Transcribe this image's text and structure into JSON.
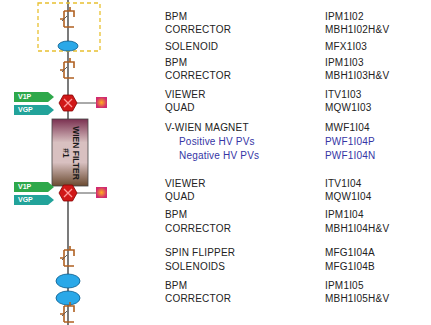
{
  "diagram": {
    "nodes": [
      {
        "text": [
          "V1P"
        ]
      },
      {
        "text": [
          "VGP"
        ]
      },
      {
        "text": [
          "WIEN FILTER #1"
        ]
      },
      {
        "text": [
          "V1P"
        ]
      },
      {
        "text": [
          "VGP"
        ]
      }
    ],
    "labels": [
      "BPM",
      "IPM1I02",
      "CORRECTOR",
      "MBH1I02H&V",
      "SOLENOID",
      "MFX1I03",
      "BPM",
      "IPM1I03",
      "CORRECTOR",
      "MBH1I03H&V",
      "VIEWER",
      "ITV1I03",
      "QUAD",
      "MQW1I03",
      "V-WIEN MAGNET",
      "MWF1I04",
      "Positive HV PVs",
      "PWF1I04P",
      "Negative HV PVs",
      "PWF1I04N",
      "VIEWER",
      "ITV1I04",
      "QUAD",
      "MQW1I04",
      "BPM",
      "IPM1I04",
      "CORRECTOR",
      "MBH1I04H&V",
      "SPIN FLIPPER",
      "MFG1I04A",
      "SOLENOIDS",
      "MFG1I04B",
      "BPM",
      "IPM1I05",
      "CORRECTOR",
      "MBH1I05H&V"
    ]
  }
}
